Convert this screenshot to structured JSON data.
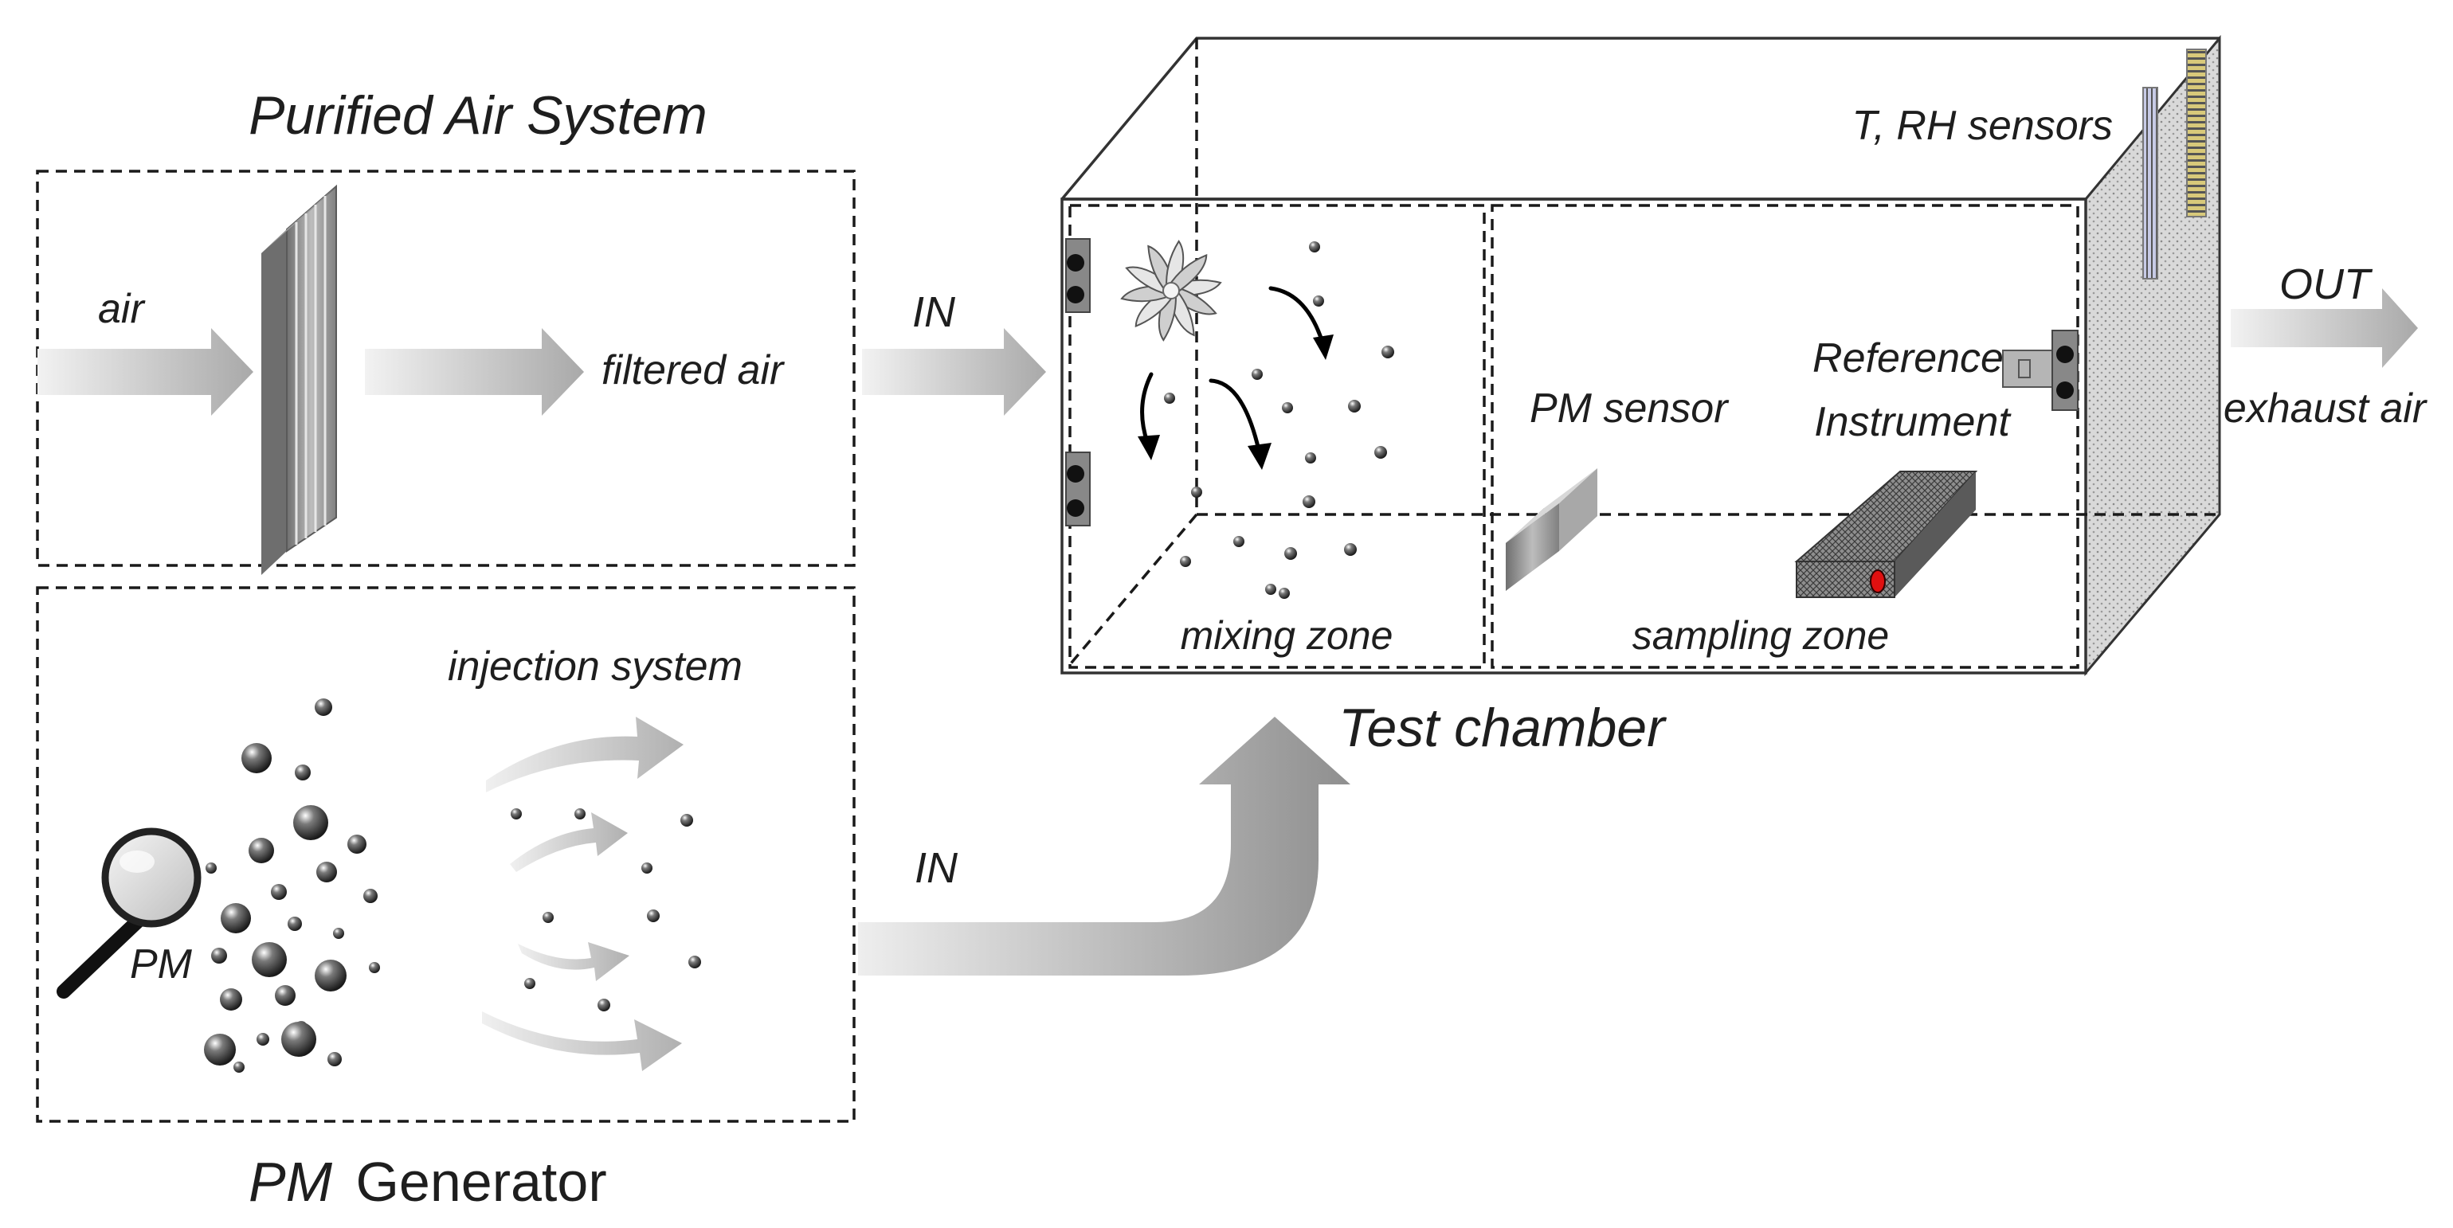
{
  "purified_air_system": {
    "title": "Purified Air System",
    "air_label": "air",
    "filtered_air_label": "filtered air"
  },
  "pm_generator": {
    "title_pm": "PM",
    "title_rest": "Generator",
    "pm_label": "PM",
    "injection_label": "injection  system"
  },
  "flow": {
    "in_top_label": "IN",
    "in_bottom_label": "IN",
    "out_label": "OUT",
    "exhaust_label": "exhaust air"
  },
  "test_chamber": {
    "title": "Test chamber",
    "mixing_zone_label": "mixing zone",
    "sampling_zone_label": "sampling zone",
    "pm_sensor_label": "PM sensor",
    "reference_line1": "Reference",
    "reference_line2": "Instrument",
    "trh_label": "T, RH sensors"
  },
  "icons": {
    "filter": "filter-panel-icon",
    "fan": "fan-icon",
    "magnifier": "magnifier-icon",
    "particle": "particle-icon",
    "pm_sensor": "pm-sensor-icon",
    "reference_instrument": "reference-instrument-icon"
  },
  "colors": {
    "arrow_gray": "#c2c2c2",
    "arrow_dark": "#8c8c8c",
    "indicator_red": "#e01010"
  }
}
